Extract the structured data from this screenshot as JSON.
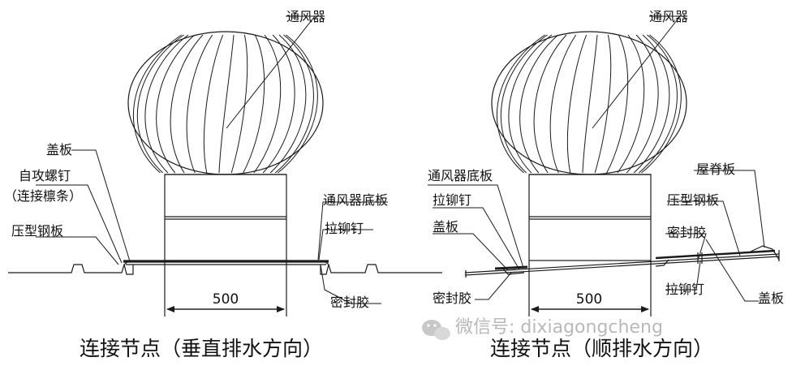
{
  "left": {
    "labels": {
      "ventilator": "通风器",
      "cover_plate": "盖板",
      "self_tapping_screw": "自攻螺钉",
      "screw_note": "（连接檩条）",
      "steel_sheet": "压型钢板",
      "base_plate": "通风器底板",
      "rivet": "拉铆钉",
      "sealant": "密封胶"
    },
    "dimension": "500",
    "caption": "连接节点（垂直排水方向）"
  },
  "right": {
    "labels": {
      "ventilator": "通风器",
      "base_plate": "通风器底板",
      "rivet_left": "拉铆钉",
      "cover_left": "盖板",
      "sealant_left": "密封胶",
      "ridge_plate": "屋脊板",
      "steel_sheet": "压型钢板",
      "sealant_right": "密封胶",
      "rivet_right": "拉铆钉",
      "cover_right": "盖板"
    },
    "dimension": "500",
    "caption": "连接节点（顺排水方向）"
  },
  "watermark": "微信号: dixiagongcheng",
  "colors": {
    "line": "#1a1a1a",
    "watermark": "#b9b9b9"
  }
}
